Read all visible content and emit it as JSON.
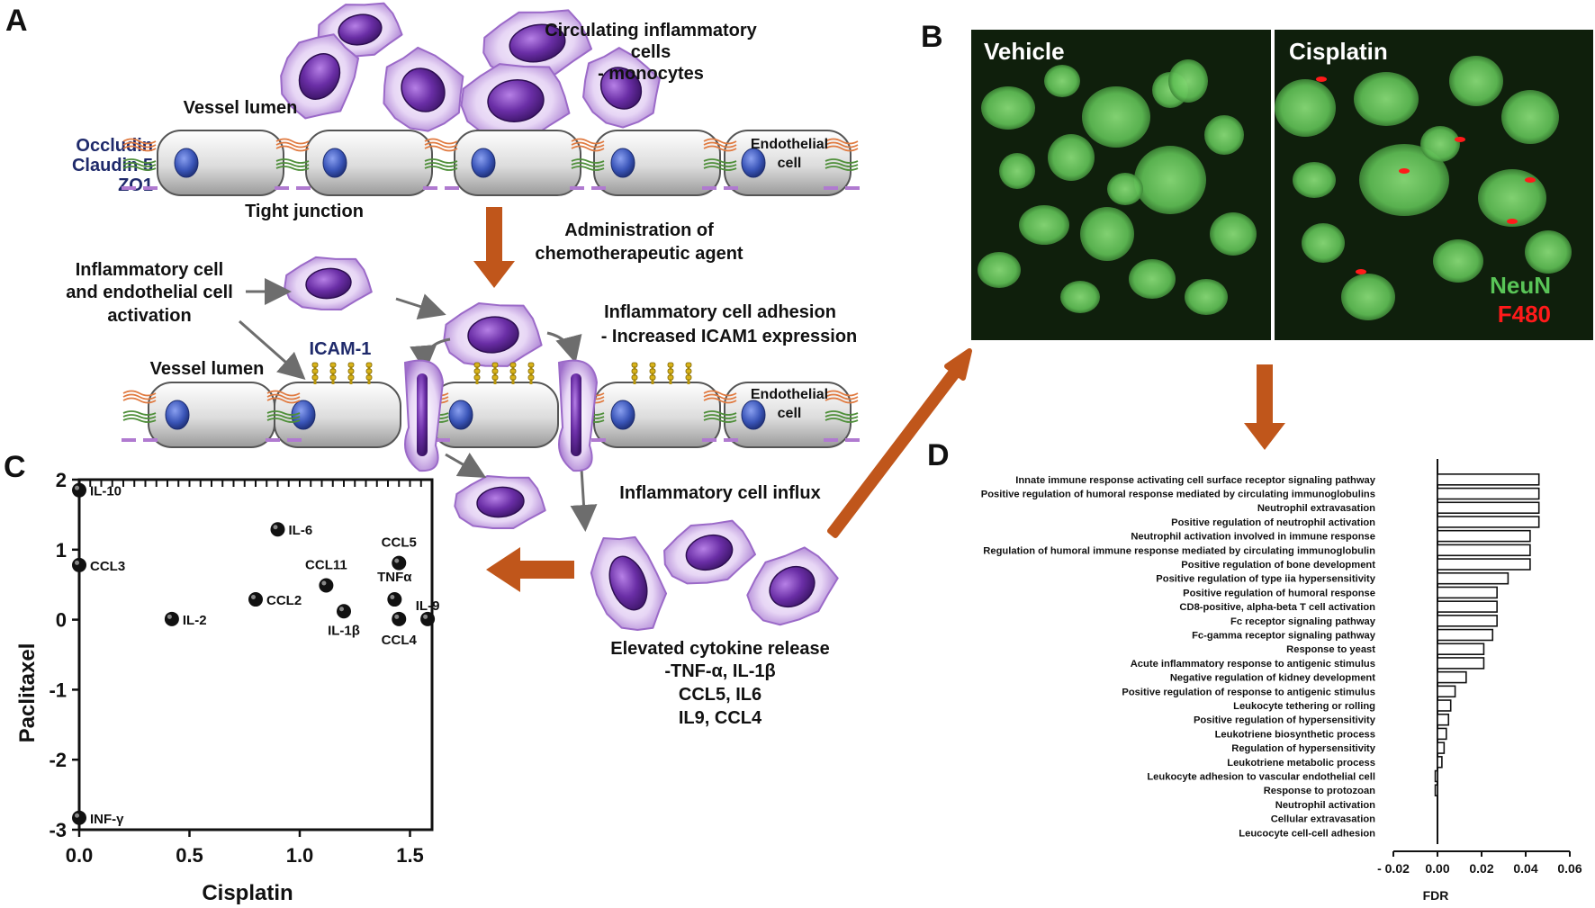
{
  "panels": {
    "a": "A",
    "b": "B",
    "c": "C",
    "d": "D"
  },
  "panel_a": {
    "circulating_title_line1": "Circulating inflammatory",
    "circulating_title_line2": "cells",
    "circulating_title_line3": "- monocytes",
    "vessel_lumen_top": "Vessel lumen",
    "junction_proteins": [
      "Occludin",
      "Claudin 5",
      "ZO1"
    ],
    "endothelial_top_line1": "Endothelial",
    "endothelial_top_line2": "cell",
    "tight_junction": "Tight junction",
    "administration_line1": "Administration of",
    "administration_line2": "chemotherapeutic agent",
    "activation_line1": "Inflammatory cell",
    "activation_line2": "and endothelial cell",
    "activation_line3": "activation",
    "adhesion_line1": "Inflammatory cell adhesion",
    "adhesion_line2": "- Increased ICAM1 expression",
    "vessel_lumen_bottom": "Vessel lumen",
    "icam": "ICAM-1",
    "endothelial_bottom_line1": "Endothelial",
    "endothelial_bottom_line2": "cell",
    "influx": "Inflammatory cell influx",
    "cytokine_line1": "Elevated cytokine release",
    "cytokine_line2": "-TNF-α, IL-1β",
    "cytokine_line3": "CCL5, IL6",
    "cytokine_line4": "IL9, CCL4",
    "colors": {
      "arrow": "#c0561b",
      "cell_purple": "#7b3fb4",
      "nucleus_blue": "#3a55b8",
      "label_navy": "#1f2a6b"
    }
  },
  "panel_b": {
    "vehicle": "Vehicle",
    "cisplatin": "Cisplatin",
    "neun": "NeuN",
    "f480": "F480",
    "colors": {
      "neun": "#59c457",
      "f480": "#ff1a1a",
      "background": "#0f1f0c"
    }
  },
  "chart_data": [
    {
      "type": "scatter",
      "xlabel": "Cisplatin",
      "ylabel": "Paclitaxel",
      "xlim": [
        0,
        1.6
      ],
      "ylim": [
        -3,
        2
      ],
      "xticks": [
        "0.0",
        "0.5",
        "1.0",
        "1.5"
      ],
      "yticks": [
        "-3",
        "-2",
        "-1",
        "0",
        "1",
        "2"
      ],
      "points": [
        {
          "label": "IL-10",
          "x": 0.0,
          "y": 1.85
        },
        {
          "label": "CCL3",
          "x": 0.0,
          "y": 0.78
        },
        {
          "label": "IL-2",
          "x": 0.42,
          "y": 0.01
        },
        {
          "label": "IL-6",
          "x": 0.9,
          "y": 1.29
        },
        {
          "label": "CCL2",
          "x": 0.8,
          "y": 0.29
        },
        {
          "label": "CCL11",
          "x": 1.12,
          "y": 0.49
        },
        {
          "label": "IL-1β",
          "x": 1.2,
          "y": 0.12
        },
        {
          "label": "CCL5",
          "x": 1.45,
          "y": 0.81
        },
        {
          "label": "TNFα",
          "x": 1.43,
          "y": 0.29
        },
        {
          "label": "CCL4",
          "x": 1.45,
          "y": 0.01
        },
        {
          "label": "IL-9",
          "x": 1.58,
          "y": 0.01
        },
        {
          "label": "INF-γ",
          "x": 0.0,
          "y": -2.83
        }
      ]
    },
    {
      "type": "bar",
      "orientation": "horizontal",
      "xlabel": "FDR",
      "xlim": [
        -0.02,
        0.06
      ],
      "xticks": [
        "- 0.02",
        "0.00",
        "0.02",
        "0.04",
        "0.06"
      ],
      "categories": [
        "Innate immune response activating cell surface receptor signaling pathway",
        "Positive regulation of humoral response mediated by circulating immunoglobulins",
        "Neutrophil extravasation",
        "Positive regulation of neutrophil activation",
        "Neutrophil activation involved in immune response",
        "Regulation of humoral immune response mediated by circulating immunoglobulin",
        "Positive regulation of bone development",
        "Positive regulation of type iia hypersensitivity",
        "Positive regulation of humoral response",
        "CD8-positive, alpha-beta T cell activation",
        "Fc receptor signaling pathway",
        "Fc-gamma receptor signaling pathway",
        "Response to yeast",
        "Acute inflammatory response to antigenic stimulus",
        "Negative regulation of kidney development",
        "Positive regulation of response to antigenic stimulus",
        "Leukocyte tethering or rolling",
        "Positive regulation of hypersensitivity",
        "Leukotriene biosynthetic process",
        "Regulation of hypersensitivity",
        "Leukotriene metabolic process",
        "Leukocyte adhesion to vascular endothelial cell",
        "Response to protozoan",
        "Neutrophil activation",
        "Cellular extravasation",
        "Leucocyte cell-cell adhesion"
      ],
      "values": [
        0.046,
        0.046,
        0.046,
        0.046,
        0.042,
        0.042,
        0.042,
        0.032,
        0.027,
        0.027,
        0.027,
        0.025,
        0.021,
        0.021,
        0.013,
        0.008,
        0.006,
        0.005,
        0.004,
        0.003,
        0.002,
        -0.001,
        -0.001,
        0.0,
        0.0,
        0.0
      ]
    }
  ]
}
